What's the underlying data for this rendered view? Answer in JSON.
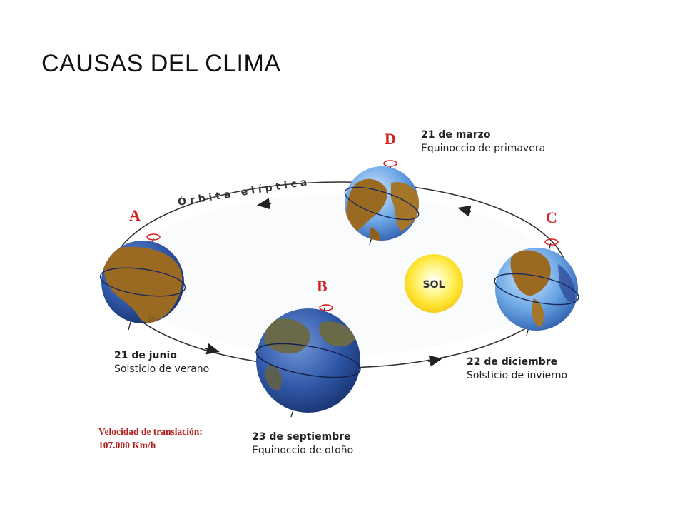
{
  "title": "CAUSAS DEL CLIMA",
  "orbit_label": "Órbita elíptica",
  "sun_label": "SOL",
  "positions": [
    {
      "letter": "A",
      "date": "21 de junio",
      "event": "Solsticio de verano"
    },
    {
      "letter": "B",
      "date": "23 de septiembre",
      "event": "Equinoccio de otoño"
    },
    {
      "letter": "C",
      "date": "22 de diciembre",
      "event": "Solsticio de invierno"
    },
    {
      "letter": "D",
      "date": "21 de marzo",
      "event": "Equinoccio de primavera"
    }
  ],
  "speed": {
    "label": "Velocidad de translación:",
    "value": "107.000 Km/h"
  },
  "colors": {
    "letter": "#d42020",
    "sun": "#ffe533",
    "ocean": "#4f8fd6",
    "land": "#9a6a22",
    "night": "#1f3f8a"
  }
}
